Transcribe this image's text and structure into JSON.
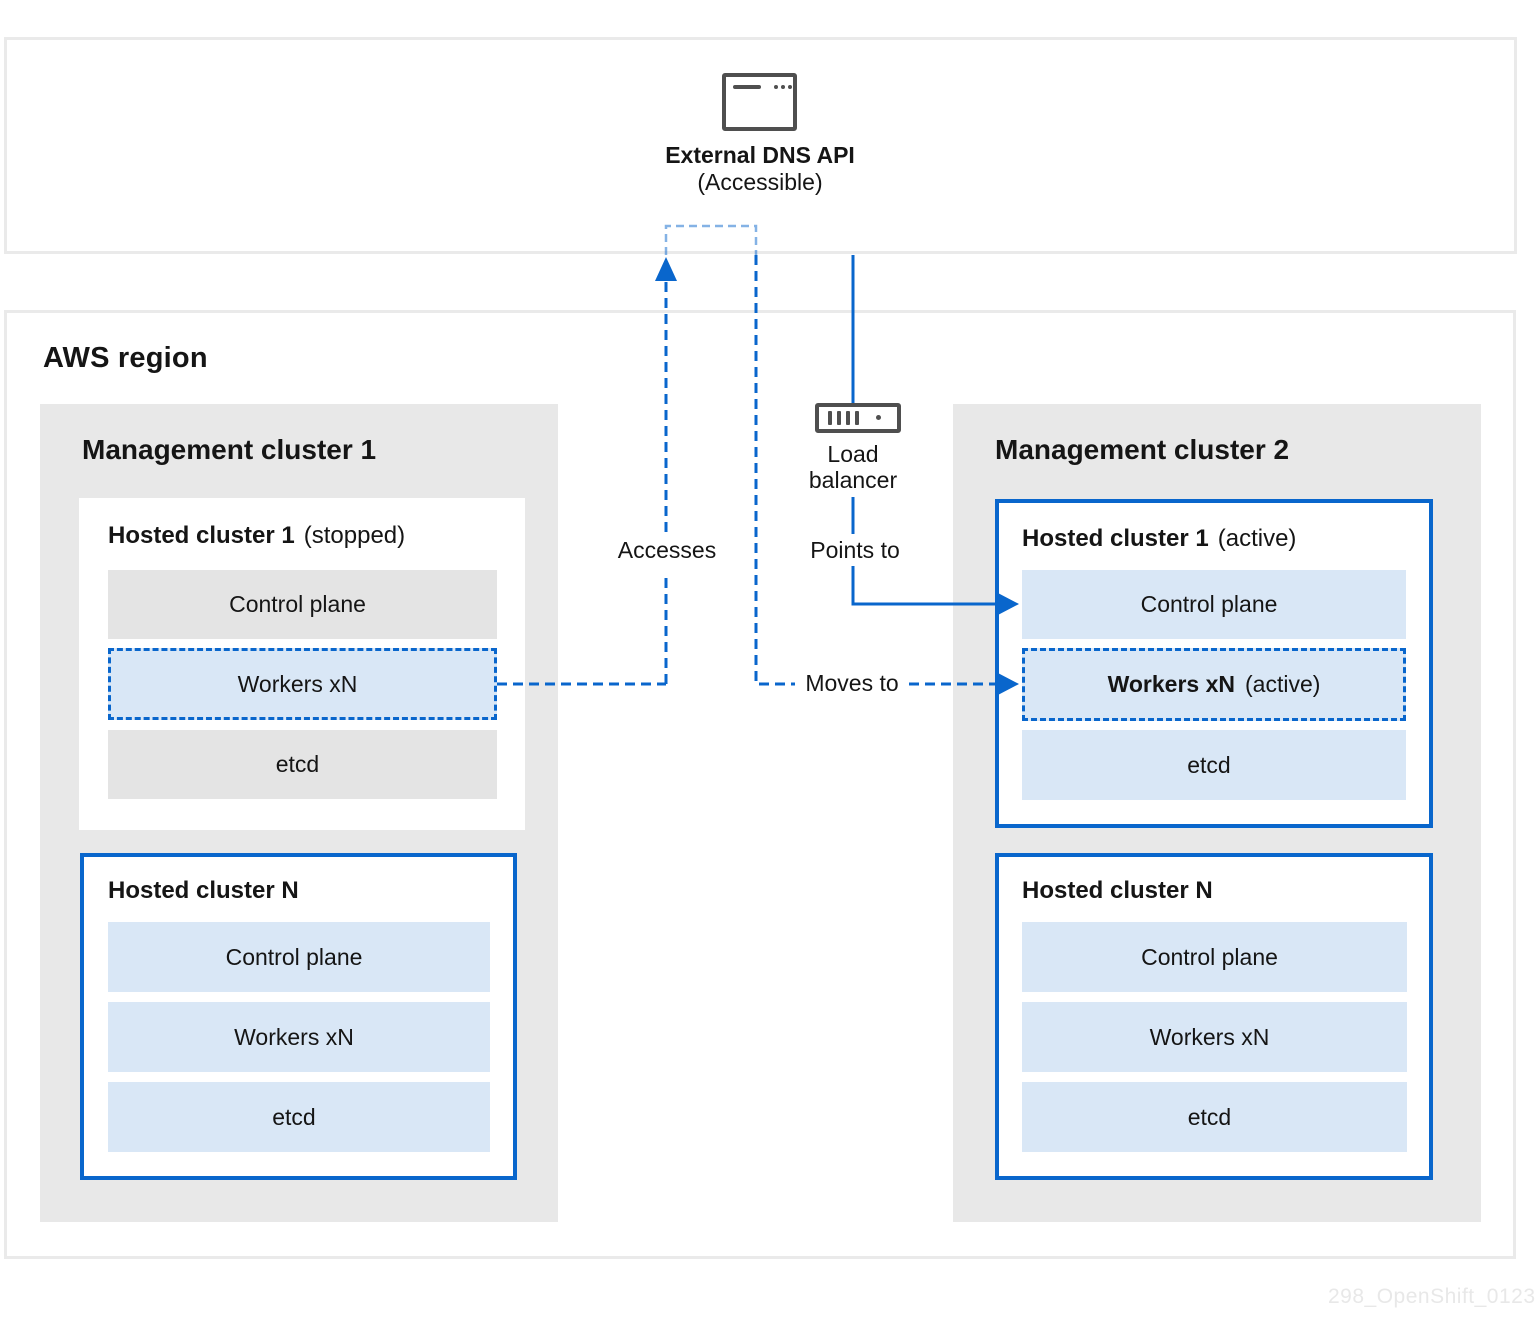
{
  "external_dns": {
    "title": "External DNS API",
    "subtitle": "(Accessible)",
    "icon": "browser-window-icon"
  },
  "aws_region": {
    "title": "AWS region"
  },
  "load_balancer": {
    "label": "Load balancer",
    "icon": "load-balancer-server-icon"
  },
  "connector_labels": {
    "accesses": "Accesses",
    "points_to": "Points to",
    "moves_to": "Moves to"
  },
  "clusters": [
    {
      "title": "Management cluster 1",
      "hosted": [
        {
          "name": "Hosted cluster 1",
          "state": "(stopped)",
          "rows": [
            {
              "label": "Control plane",
              "suffix": ""
            },
            {
              "label": "Workers xN",
              "suffix": ""
            },
            {
              "label": "etcd",
              "suffix": ""
            }
          ]
        },
        {
          "name": "Hosted cluster N",
          "state": "",
          "rows": [
            {
              "label": "Control plane",
              "suffix": ""
            },
            {
              "label": "Workers xN",
              "suffix": ""
            },
            {
              "label": "etcd",
              "suffix": ""
            }
          ]
        }
      ]
    },
    {
      "title": "Management cluster 2",
      "hosted": [
        {
          "name": "Hosted cluster 1",
          "state": "(active)",
          "rows": [
            {
              "label": "Control plane",
              "suffix": ""
            },
            {
              "label": "Workers xN",
              "suffix": "(active)"
            },
            {
              "label": "etcd",
              "suffix": ""
            }
          ]
        },
        {
          "name": "Hosted cluster N",
          "state": "",
          "rows": [
            {
              "label": "Control plane",
              "suffix": ""
            },
            {
              "label": "Workers xN",
              "suffix": ""
            },
            {
              "label": "etcd",
              "suffix": ""
            }
          ]
        }
      ]
    }
  ],
  "watermark": "298_OpenShift_0123",
  "colors": {
    "accent_blue": "#0966CC",
    "light_blue_fill": "#D9E7F6",
    "cluster_gray": "#E8E8E8",
    "row_gray": "#E4E4E4",
    "zone_border_gray": "#EAEAEA",
    "icon_gray": "#4F4F4F",
    "text": "#151515",
    "watermark_gray": "#E8E8E8"
  }
}
